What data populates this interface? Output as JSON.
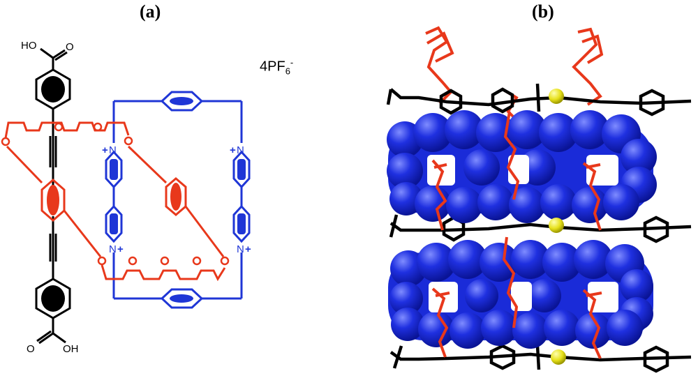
{
  "panels": {
    "a": {
      "label": "(a)"
    },
    "b": {
      "label": "(b)"
    }
  },
  "counter_ion": {
    "base": "4PF",
    "sub": "6",
    "sup": "-"
  },
  "atoms": {
    "carboxyl_top": "HO",
    "carboxyl_bottom": "OH",
    "oxygen": "O",
    "nitrogen": "N",
    "plus": "+"
  },
  "colors": {
    "axle": "#000000",
    "crown_ether": "#e8381b",
    "cyclophane": "#1f36d6",
    "sphere": "#1a2bd8",
    "yellow_atom": "#e6e01a"
  }
}
